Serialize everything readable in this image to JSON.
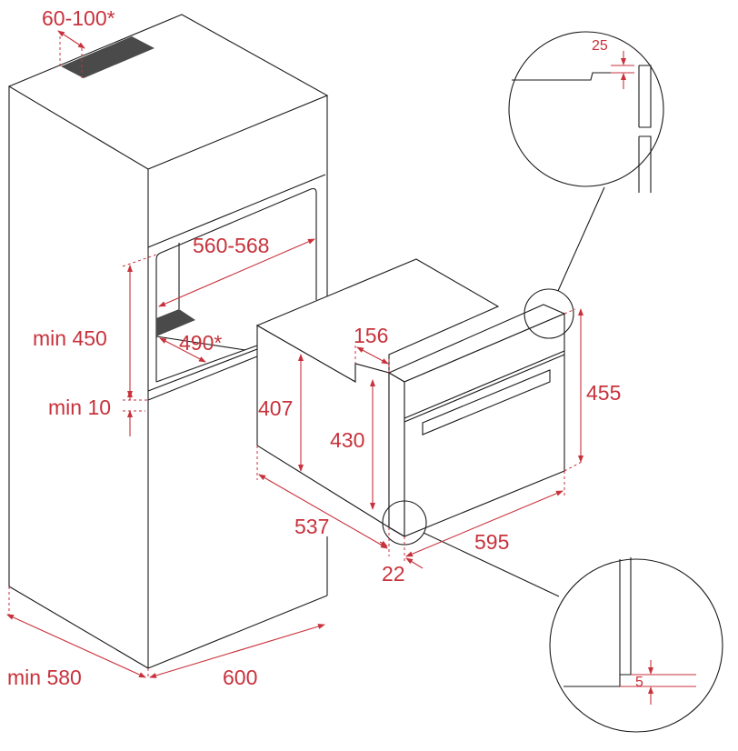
{
  "colors": {
    "dimension": "#c8323c",
    "line": "#1a1a1a",
    "hob": "#4a4a4a"
  },
  "dimensions": {
    "vent_gap": "60-100*",
    "niche_width": "560-568",
    "niche_height": "min 450",
    "vent_depth": "490*",
    "niche_bottom": "min 10",
    "cabinet_depth": "min 580",
    "cabinet_width": "600",
    "oven_side_height": "407",
    "front_offset": "156",
    "oven_body_height": "430",
    "oven_front_height": "455",
    "oven_depth": "537",
    "oven_width": "595",
    "front_thickness": "22",
    "top_detail_gap": "25",
    "bottom_detail_gap": "5"
  }
}
